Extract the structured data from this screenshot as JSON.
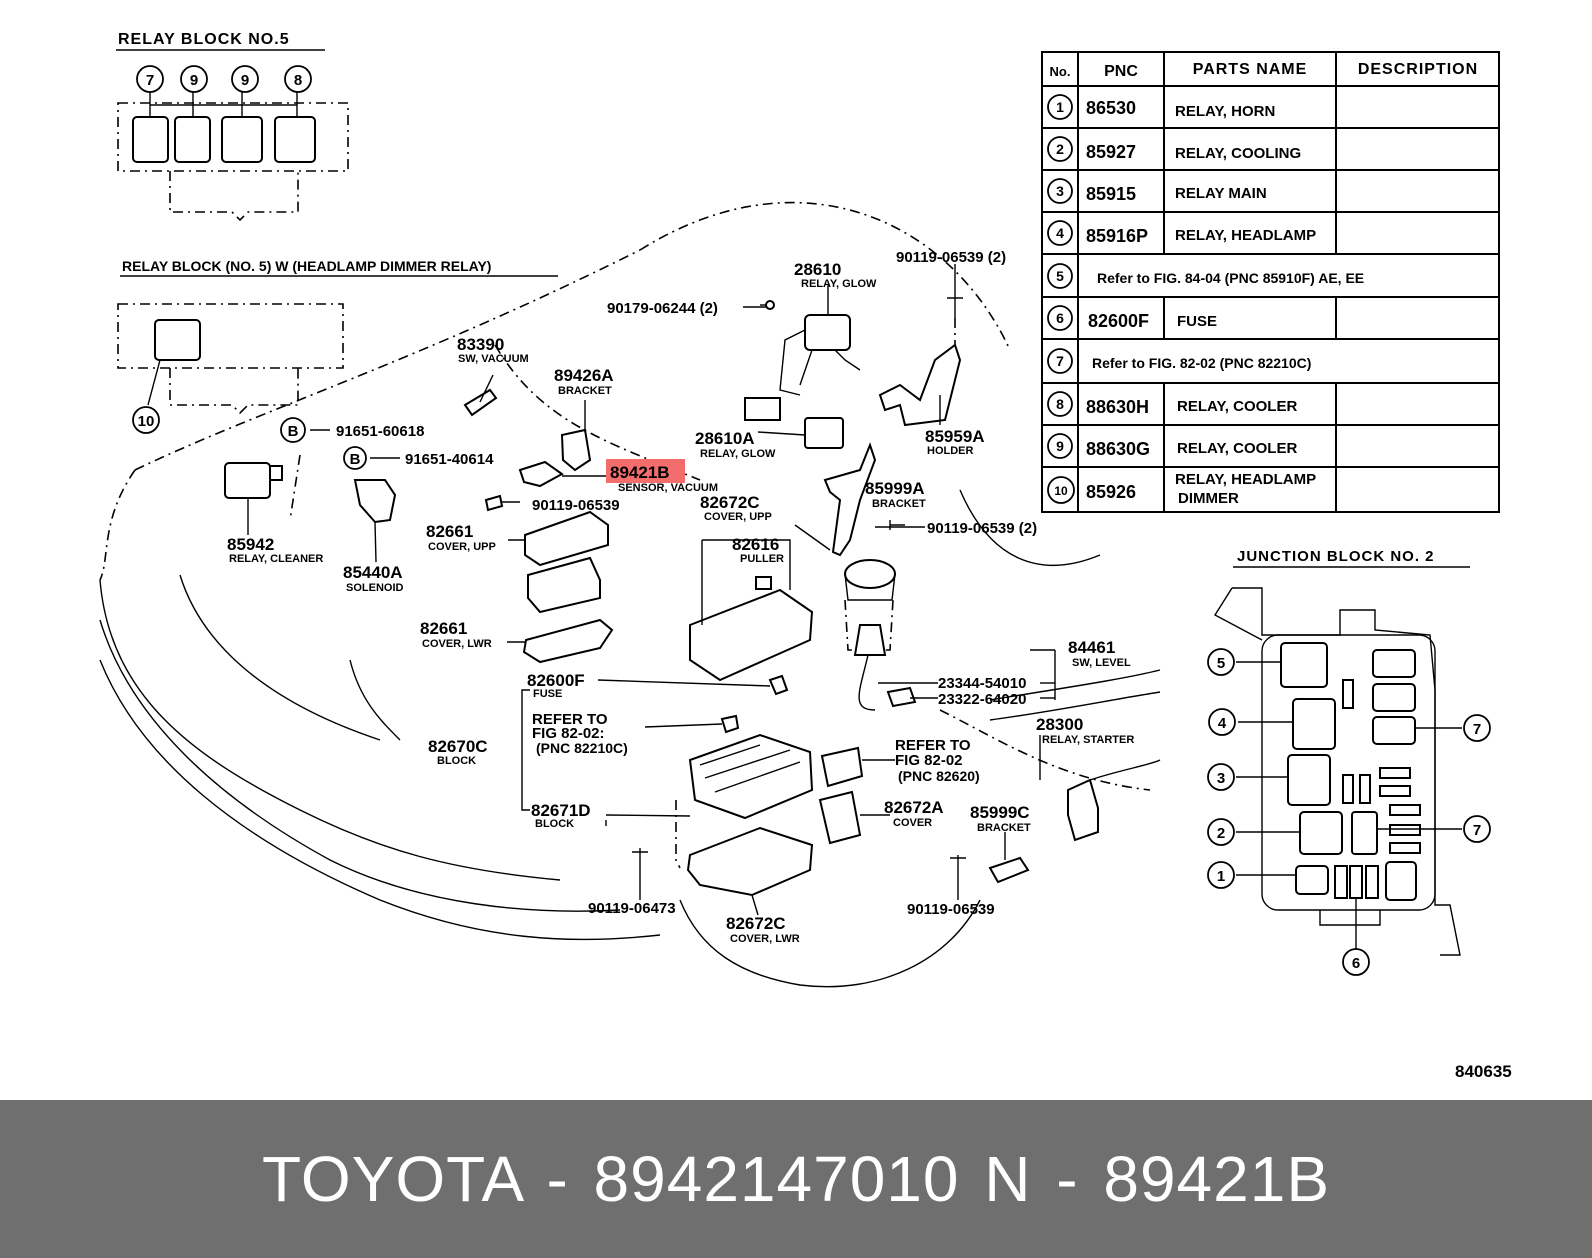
{
  "relay_block_5": {
    "title": "RELAY BLOCK NO.5",
    "callouts": [
      "7",
      "9",
      "9",
      "8"
    ]
  },
  "relay_block_5w": {
    "title": "RELAY BLOCK (NO. 5) W (HEADLAMP DIMMER RELAY)",
    "callout": "10"
  },
  "junction_block_2": {
    "title": "JUNCTION BLOCK NO. 2",
    "callouts": [
      "5",
      "4",
      "3",
      "2",
      "1",
      "7",
      "7",
      "6"
    ]
  },
  "table": {
    "headers": [
      "No.",
      "PNC",
      "PARTS NAME",
      "DESCRIPTION"
    ],
    "rows": [
      {
        "no": "1",
        "pnc": "86530",
        "name": "RELAY, HORN",
        "desc": ""
      },
      {
        "no": "2",
        "pnc": "85927",
        "name": "RELAY, COOLING",
        "desc": ""
      },
      {
        "no": "3",
        "pnc": "85915",
        "name": "RELAY MAIN",
        "desc": ""
      },
      {
        "no": "4",
        "pnc": "85916P",
        "name": "RELAY, HEADLAMP",
        "desc": ""
      },
      {
        "no": "5",
        "ref": "Refer to FIG. 84-04 (PNC 85910F) AE, EE"
      },
      {
        "no": "6",
        "pnc": "82600F",
        "name": "FUSE",
        "desc": ""
      },
      {
        "no": "7",
        "ref": "Refer to FIG. 82-02 (PNC 82210C)"
      },
      {
        "no": "8",
        "pnc": "88630H",
        "name": "RELAY, COOLER",
        "desc": ""
      },
      {
        "no": "9",
        "pnc": "88630G",
        "name": "RELAY, COOLER",
        "desc": ""
      },
      {
        "no": "10",
        "pnc": "85926",
        "name": "RELAY, HEADLAMP",
        "name2": "DIMMER",
        "desc": ""
      }
    ]
  },
  "labels": {
    "p28610": {
      "pn": "28610",
      "name": "RELAY, GLOW"
    },
    "p90119_06539_2a": {
      "pn": "90119-06539 (2)"
    },
    "p90179": {
      "pn": "90179-06244 (2)"
    },
    "p83390": {
      "pn": "83390",
      "name": "SW, VACUUM"
    },
    "p89426a": {
      "pn": "89426A",
      "name": "BRACKET"
    },
    "p28610a": {
      "pn": "28610A",
      "name": "RELAY, GLOW"
    },
    "p85959a": {
      "pn": "85959A",
      "name": "HOLDER"
    },
    "p91651_60618": {
      "pn": "91651-60618",
      "letter": "B"
    },
    "p91651_40614": {
      "pn": "91651-40614",
      "letter": "B"
    },
    "p89421b": {
      "pn": "89421B",
      "name": "SENSOR, VACUUM"
    },
    "p90119_06539a": {
      "pn": "90119-06539"
    },
    "p82672c_upp": {
      "pn": "82672C",
      "name": "COVER, UPP"
    },
    "p85999a": {
      "pn": "85999A",
      "name": "BRACKET"
    },
    "p90119_06539_2b": {
      "pn": "90119-06539 (2)"
    },
    "p85942": {
      "pn": "85942",
      "name": "RELAY, CLEANER"
    },
    "p85440a": {
      "pn": "85440A",
      "name": "SOLENOID"
    },
    "p82661_upp": {
      "pn": "82661",
      "name": "COVER, UPP"
    },
    "p82616": {
      "pn": "82616",
      "name": "PULLER"
    },
    "p82661_lwr": {
      "pn": "82661",
      "name": "COVER, LWR"
    },
    "p84461": {
      "pn": "84461",
      "name": "SW, LEVEL"
    },
    "p82600f": {
      "pn": "82600F",
      "name": "FUSE"
    },
    "p23344": {
      "pn": "23344-54010"
    },
    "p23322": {
      "pn": "23322-64020"
    },
    "ref_82210c": {
      "l1": "REFER TO",
      "l2": "FIG 82-02:",
      "l3": "(PNC 82210C)"
    },
    "p28300": {
      "pn": "28300",
      "name": "RELAY, STARTER"
    },
    "p82670c": {
      "pn": "82670C",
      "name": "BLOCK"
    },
    "ref_82620": {
      "l1": "REFER TO",
      "l2": "FIG 82-02",
      "l3": "(PNC 82620)"
    },
    "p82671d": {
      "pn": "82671D",
      "name": "BLOCK"
    },
    "p82672a": {
      "pn": "82672A",
      "name": "COVER"
    },
    "p85999c": {
      "pn": "85999C",
      "name": "BRACKET"
    },
    "p90119_06473": {
      "pn": "90119-06473"
    },
    "p82672c_lwr": {
      "pn": "82672C",
      "name": "COVER, LWR"
    },
    "p90119_06539b": {
      "pn": "90119-06539"
    }
  },
  "figure_code": "840635",
  "footer": {
    "text": "TOYOTA - 8942147010      N - 89421B"
  },
  "colors": {
    "highlight": "#f36d6d",
    "footer_bg": "#6f6f6f",
    "footer_text": "#ffffff"
  }
}
